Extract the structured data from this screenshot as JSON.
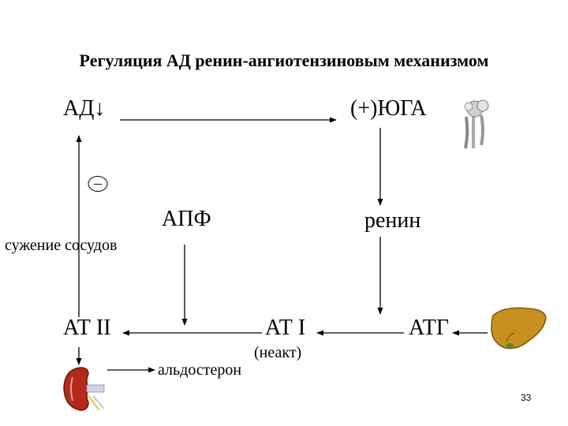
{
  "title": "Регуляция АД ренин-ангиотензиновым механизмом",
  "nodes": {
    "ad_down": "АД↓",
    "yuga": "(+)ЮГА",
    "apf": "АПФ",
    "renin": "ренин",
    "vasoconstriction": "сужение сосудов",
    "at2": "АТ II",
    "at1": "АТ I",
    "inactive": "(неакт)",
    "atg": "АТГ",
    "aldosterone": "альдостерон"
  },
  "minus_sign": "—",
  "page_number": "33",
  "colors": {
    "line": "#000000",
    "liver": "#c8901e",
    "kidney": "#b42a1a",
    "adrenal": "#d8d2e8"
  }
}
